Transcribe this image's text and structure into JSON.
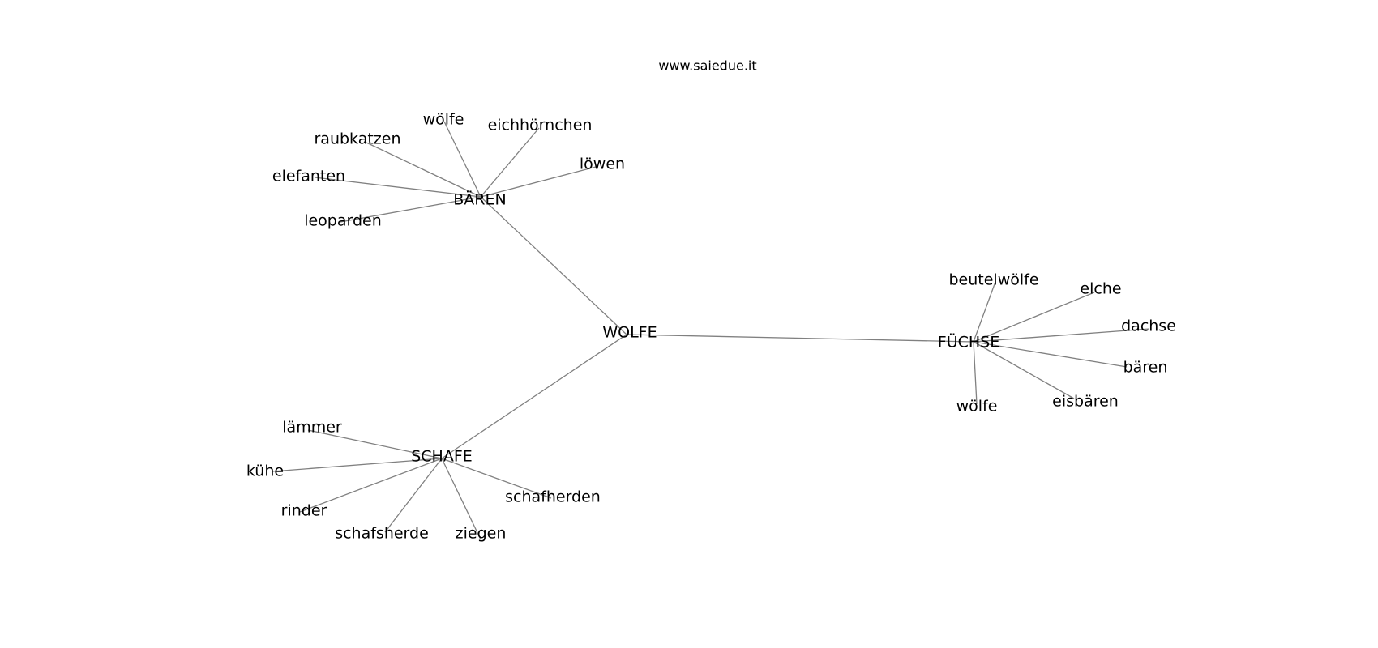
{
  "header": {
    "site": "www.saiedue.it"
  },
  "graph": {
    "center": "WOLFE",
    "hubs": [
      "BÄREN",
      "FÜCHSE",
      "SCHAFE"
    ],
    "nodes": {
      "wolfe": "WOLFE",
      "baren": "BÄREN",
      "fuchse": "FÜCHSE",
      "schafe": "SCHAFE",
      "b_woelfe": "wölfe",
      "b_eichhoernchen": "eichhörnchen",
      "b_raubkatzen": "raubkatzen",
      "b_loewen": "löwen",
      "b_elefanten": "elefanten",
      "b_leoparden": "leoparden",
      "f_beutelwoelfe": "beutelwölfe",
      "f_elche": "elche",
      "f_dachse": "dachse",
      "f_baeren": "bären",
      "f_eisbaeren": "eisbären",
      "f_woelfe": "wölfe",
      "s_laemmer": "lämmer",
      "s_kuehe": "kühe",
      "s_rinder": "rinder",
      "s_schafsherde": "schafsherde",
      "s_ziegen": "ziegen",
      "s_schafherden": "schafherden"
    },
    "edges": [
      [
        "wolfe",
        "baren"
      ],
      [
        "wolfe",
        "fuchse"
      ],
      [
        "wolfe",
        "schafe"
      ],
      [
        "baren",
        "b_woelfe"
      ],
      [
        "baren",
        "b_eichhoernchen"
      ],
      [
        "baren",
        "b_raubkatzen"
      ],
      [
        "baren",
        "b_loewen"
      ],
      [
        "baren",
        "b_elefanten"
      ],
      [
        "baren",
        "b_leoparden"
      ],
      [
        "fuchse",
        "f_beutelwoelfe"
      ],
      [
        "fuchse",
        "f_elche"
      ],
      [
        "fuchse",
        "f_dachse"
      ],
      [
        "fuchse",
        "f_baeren"
      ],
      [
        "fuchse",
        "f_eisbaeren"
      ],
      [
        "fuchse",
        "f_woelfe"
      ],
      [
        "schafe",
        "s_laemmer"
      ],
      [
        "schafe",
        "s_kuehe"
      ],
      [
        "schafe",
        "s_rinder"
      ],
      [
        "schafe",
        "s_schafsherde"
      ],
      [
        "schafe",
        "s_ziegen"
      ],
      [
        "schafe",
        "s_schafherden"
      ]
    ]
  },
  "colors": {
    "edge": "#808080",
    "text": "#000000",
    "background": "#ffffff"
  }
}
